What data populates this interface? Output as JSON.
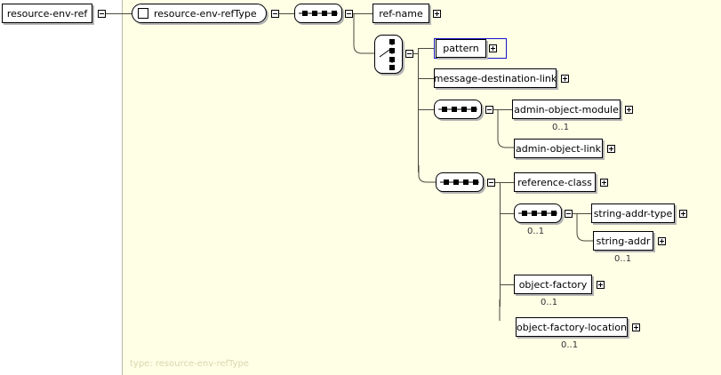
{
  "diagram": {
    "kind": "xsd-schema-tree",
    "background_color": "#ffffe6",
    "selection_color": "#1414c8",
    "type_caption": "type: resource-env-refType",
    "root_element": {
      "label": "resource-env-ref",
      "toggle": "minus"
    },
    "type_node": {
      "label": "resource-env-refType",
      "toggle": "minus",
      "icon": "square-icon"
    },
    "compositors": [
      {
        "id": "seq-root",
        "kind": "sequence",
        "toggle": "minus",
        "cardinality": ""
      },
      {
        "id": "choice-main",
        "kind": "choice",
        "toggle": "minus",
        "cardinality": ""
      },
      {
        "id": "seq-admin",
        "kind": "sequence",
        "toggle": "minus",
        "cardinality": ""
      },
      {
        "id": "seq-reference",
        "kind": "sequence",
        "toggle": "minus",
        "cardinality": ""
      },
      {
        "id": "seq-string-addr",
        "kind": "sequence",
        "toggle": "minus",
        "cardinality": "0..1"
      }
    ],
    "elements": [
      {
        "id": "ref-name",
        "label": "ref-name",
        "toggle": "plus",
        "cardinality": "",
        "selected": false
      },
      {
        "id": "pattern",
        "label": "pattern",
        "toggle": "plus",
        "cardinality": "",
        "selected": true
      },
      {
        "id": "message-destination-link",
        "label": "message-destination-link",
        "toggle": "plus",
        "cardinality": "",
        "selected": false
      },
      {
        "id": "admin-object-module",
        "label": "admin-object-module",
        "toggle": "plus",
        "cardinality": "0..1",
        "selected": false
      },
      {
        "id": "admin-object-link",
        "label": "admin-object-link",
        "toggle": "plus",
        "cardinality": "",
        "selected": false
      },
      {
        "id": "reference-class",
        "label": "reference-class",
        "toggle": "plus",
        "cardinality": "",
        "selected": false
      },
      {
        "id": "string-addr-type",
        "label": "string-addr-type",
        "toggle": "plus",
        "cardinality": "",
        "selected": false
      },
      {
        "id": "string-addr",
        "label": "string-addr",
        "toggle": "plus",
        "cardinality": "0..1",
        "selected": false
      },
      {
        "id": "object-factory",
        "label": "object-factory",
        "toggle": "plus",
        "cardinality": "0..1",
        "selected": false
      },
      {
        "id": "object-factory-location",
        "label": "object-factory-location",
        "toggle": "plus",
        "cardinality": "0..1",
        "selected": false
      }
    ]
  }
}
